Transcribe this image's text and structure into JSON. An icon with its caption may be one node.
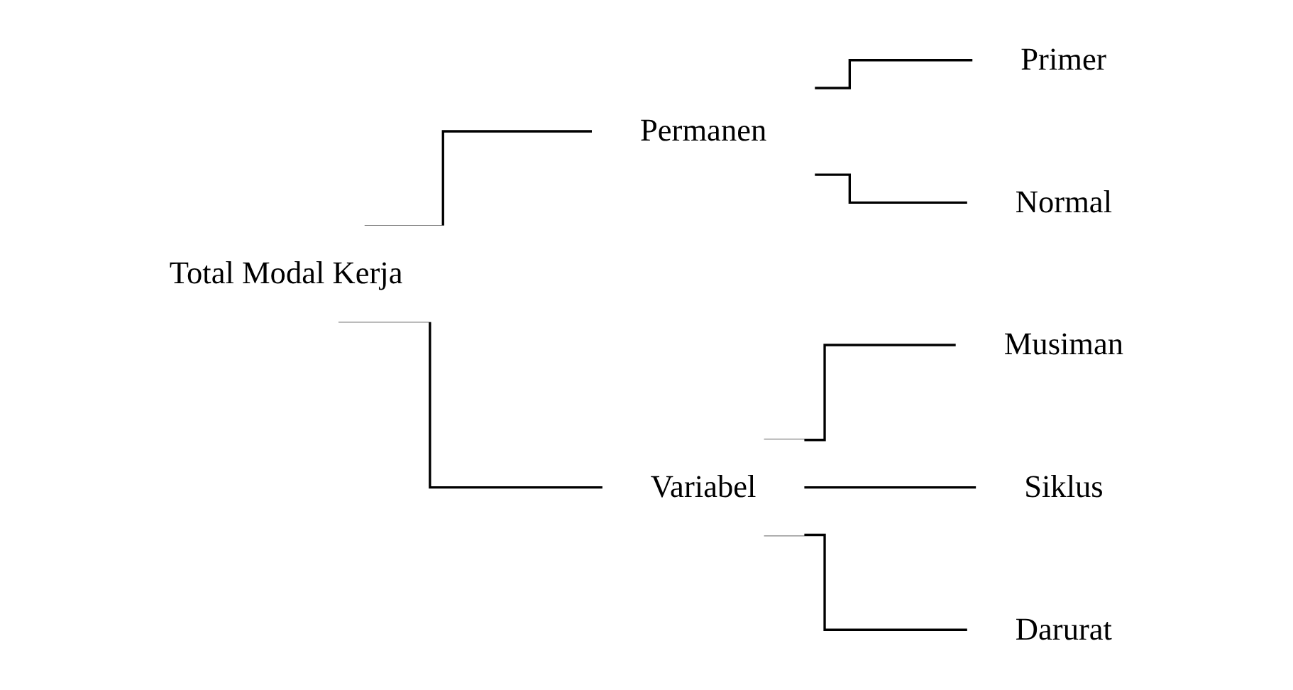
{
  "diagram": {
    "nodes": [
      {
        "text": [
          "Total Modal Kerja"
        ]
      },
      {
        "text": [
          "Permanen"
        ]
      },
      {
        "text": [
          "Primer"
        ]
      },
      {
        "text": [
          "Normal"
        ]
      },
      {
        "text": [
          "Variabel"
        ]
      },
      {
        "text": [
          "Musiman"
        ]
      },
      {
        "text": [
          "Siklus"
        ]
      },
      {
        "text": [
          "Darurat"
        ]
      }
    ],
    "edges": [
      {
        "from": 0,
        "to": 1,
        "arrow": "none"
      },
      {
        "from": 0,
        "to": 4,
        "arrow": "none"
      },
      {
        "from": 1,
        "to": 2,
        "arrow": "none"
      },
      {
        "from": 1,
        "to": 3,
        "arrow": "none"
      },
      {
        "from": 4,
        "to": 5,
        "arrow": "none"
      },
      {
        "from": 4,
        "to": 6,
        "arrow": "none"
      },
      {
        "from": 4,
        "to": 7,
        "arrow": "none"
      }
    ]
  }
}
